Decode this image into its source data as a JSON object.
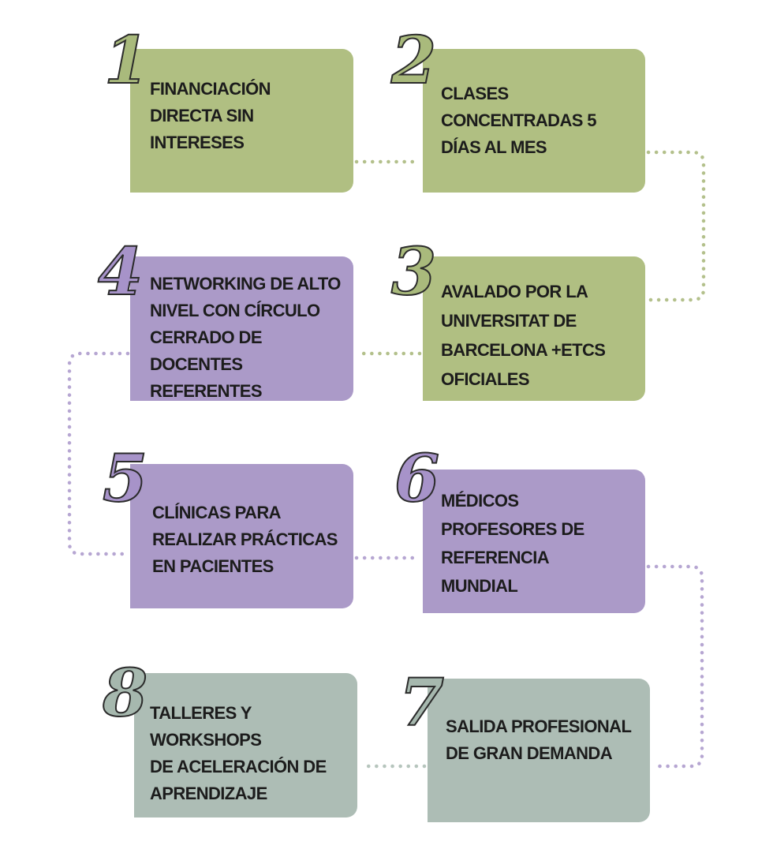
{
  "colors": {
    "green": "#b0bf82",
    "purple": "#ab9ac8",
    "gray": "#adbdb5",
    "connector_green": "#b3c08b",
    "connector_purple": "#b6a6d2",
    "connector_gray": "#b6c5bd"
  },
  "steps": [
    {
      "number": "1",
      "label": "FINANCIACIÓN\nDIRECTA SIN\nINTERESES"
    },
    {
      "number": "2",
      "label": "CLASES\nCONCENTRADAS 5\nDÍAS AL MES"
    },
    {
      "number": "3",
      "label": "AVALADO POR LA\nUNIVERSITAT DE\nBARCELONA +ETCS\nOFICIALES"
    },
    {
      "number": "4",
      "label": "NETWORKING DE ALTO\nNIVEL CON CÍRCULO\nCERRADO DE\nDOCENTES\nREFERENTES"
    },
    {
      "number": "5",
      "label": "CLÍNICAS  PARA\nREALIZAR PRÁCTICAS\nEN PACIENTES"
    },
    {
      "number": "6",
      "label": "MÉDICOS\nPROFESORES DE\nREFERENCIA\nMUNDIAL"
    },
    {
      "number": "7",
      "label": "SALIDA PROFESIONAL\nDE GRAN DEMANDA"
    },
    {
      "number": "8",
      "label": "TALLERES Y\nWORKSHOPS\n DE ACELERACIÓN DE\nAPRENDIZAJE"
    }
  ]
}
